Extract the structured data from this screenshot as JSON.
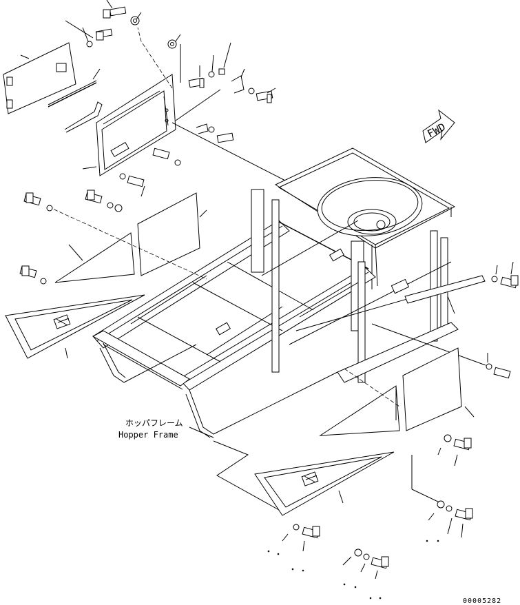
{
  "labels": {
    "frame_jp": "ホッパフレーム",
    "frame_en": "Hopper Frame",
    "fwd": "FWD",
    "drawing_code": "00005282"
  },
  "icons": {
    "direction_arrow": "fwd-arrow-icon"
  }
}
